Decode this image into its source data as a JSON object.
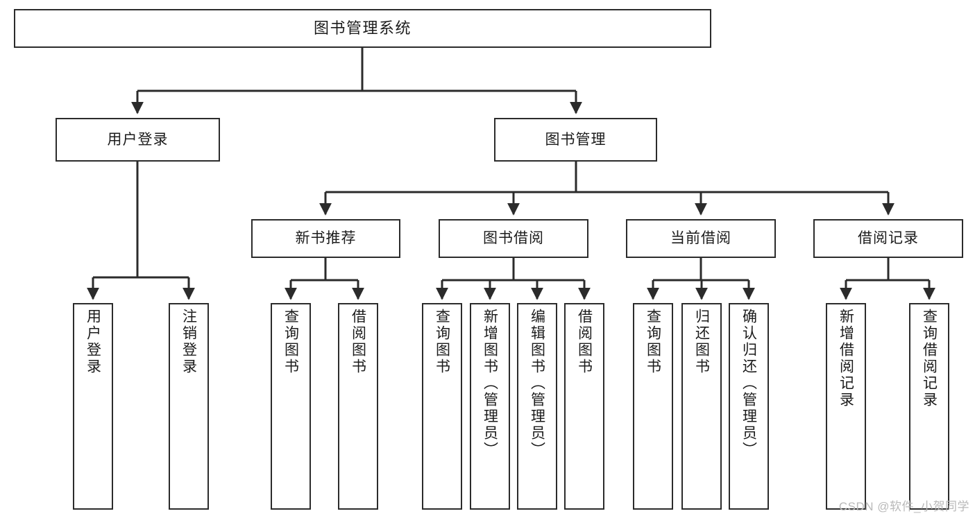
{
  "diagram": {
    "title": "图书管理系统",
    "type": "hierarchy-tree",
    "colors": {
      "node_border": "#2b2b2b",
      "node_fill": "#ffffff",
      "edge": "#2b2b2b",
      "text": "#1b1b1b",
      "watermark": "#b9b9b9"
    },
    "nodes": {
      "root": {
        "label": "图书管理系统"
      },
      "level1": [
        {
          "label": "用户登录"
        },
        {
          "label": "图书管理"
        }
      ],
      "level2": [
        {
          "label": "新书推荐"
        },
        {
          "label": "图书借阅"
        },
        {
          "label": "当前借阅"
        },
        {
          "label": "借阅记录"
        }
      ],
      "leaves": {
        "user_login": [
          {
            "label": "用户登录"
          },
          {
            "label": "注销登录"
          }
        ],
        "new_book_recommend": [
          {
            "label": "查询图书"
          },
          {
            "label": "借阅图书"
          }
        ],
        "book_borrow": [
          {
            "label": "查询图书"
          },
          {
            "label": "新增图书（管理员）"
          },
          {
            "label": "编辑图书（管理员）"
          },
          {
            "label": "借阅图书"
          }
        ],
        "current_borrow": [
          {
            "label": "查询图书"
          },
          {
            "label": "归还图书"
          },
          {
            "label": "确认归还（管理员）"
          }
        ],
        "borrow_record": [
          {
            "label": "新增借阅记录"
          },
          {
            "label": "查询借阅记录"
          }
        ]
      }
    },
    "watermark": "CSDN @软件_小贺同学"
  }
}
